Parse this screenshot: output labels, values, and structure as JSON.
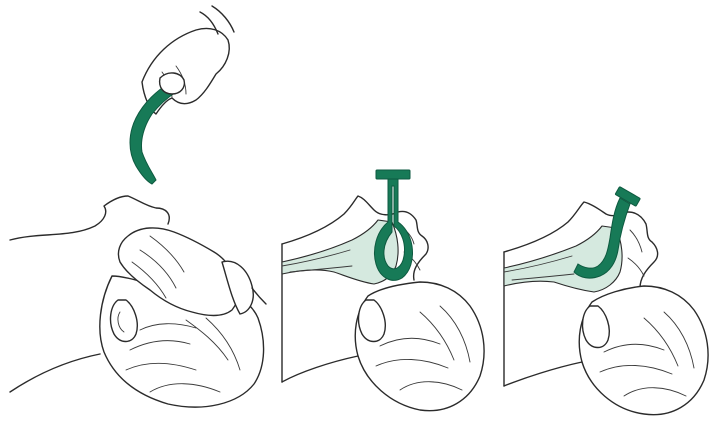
{
  "figure": {
    "panels": [
      {
        "id": "insertion-inverted"
      },
      {
        "id": "insertion-rotating"
      },
      {
        "id": "airway-in-place"
      }
    ]
  },
  "colors": {
    "airway_device": "#177a57",
    "airway_tissue": "#d5e9df",
    "outline": "#2b2b2b",
    "background": "#ffffff"
  },
  "icons": {
    "device": "oropharyngeal-airway-icon",
    "hand": "gloved-hand-icon",
    "head": "patient-head-profile-icon"
  }
}
